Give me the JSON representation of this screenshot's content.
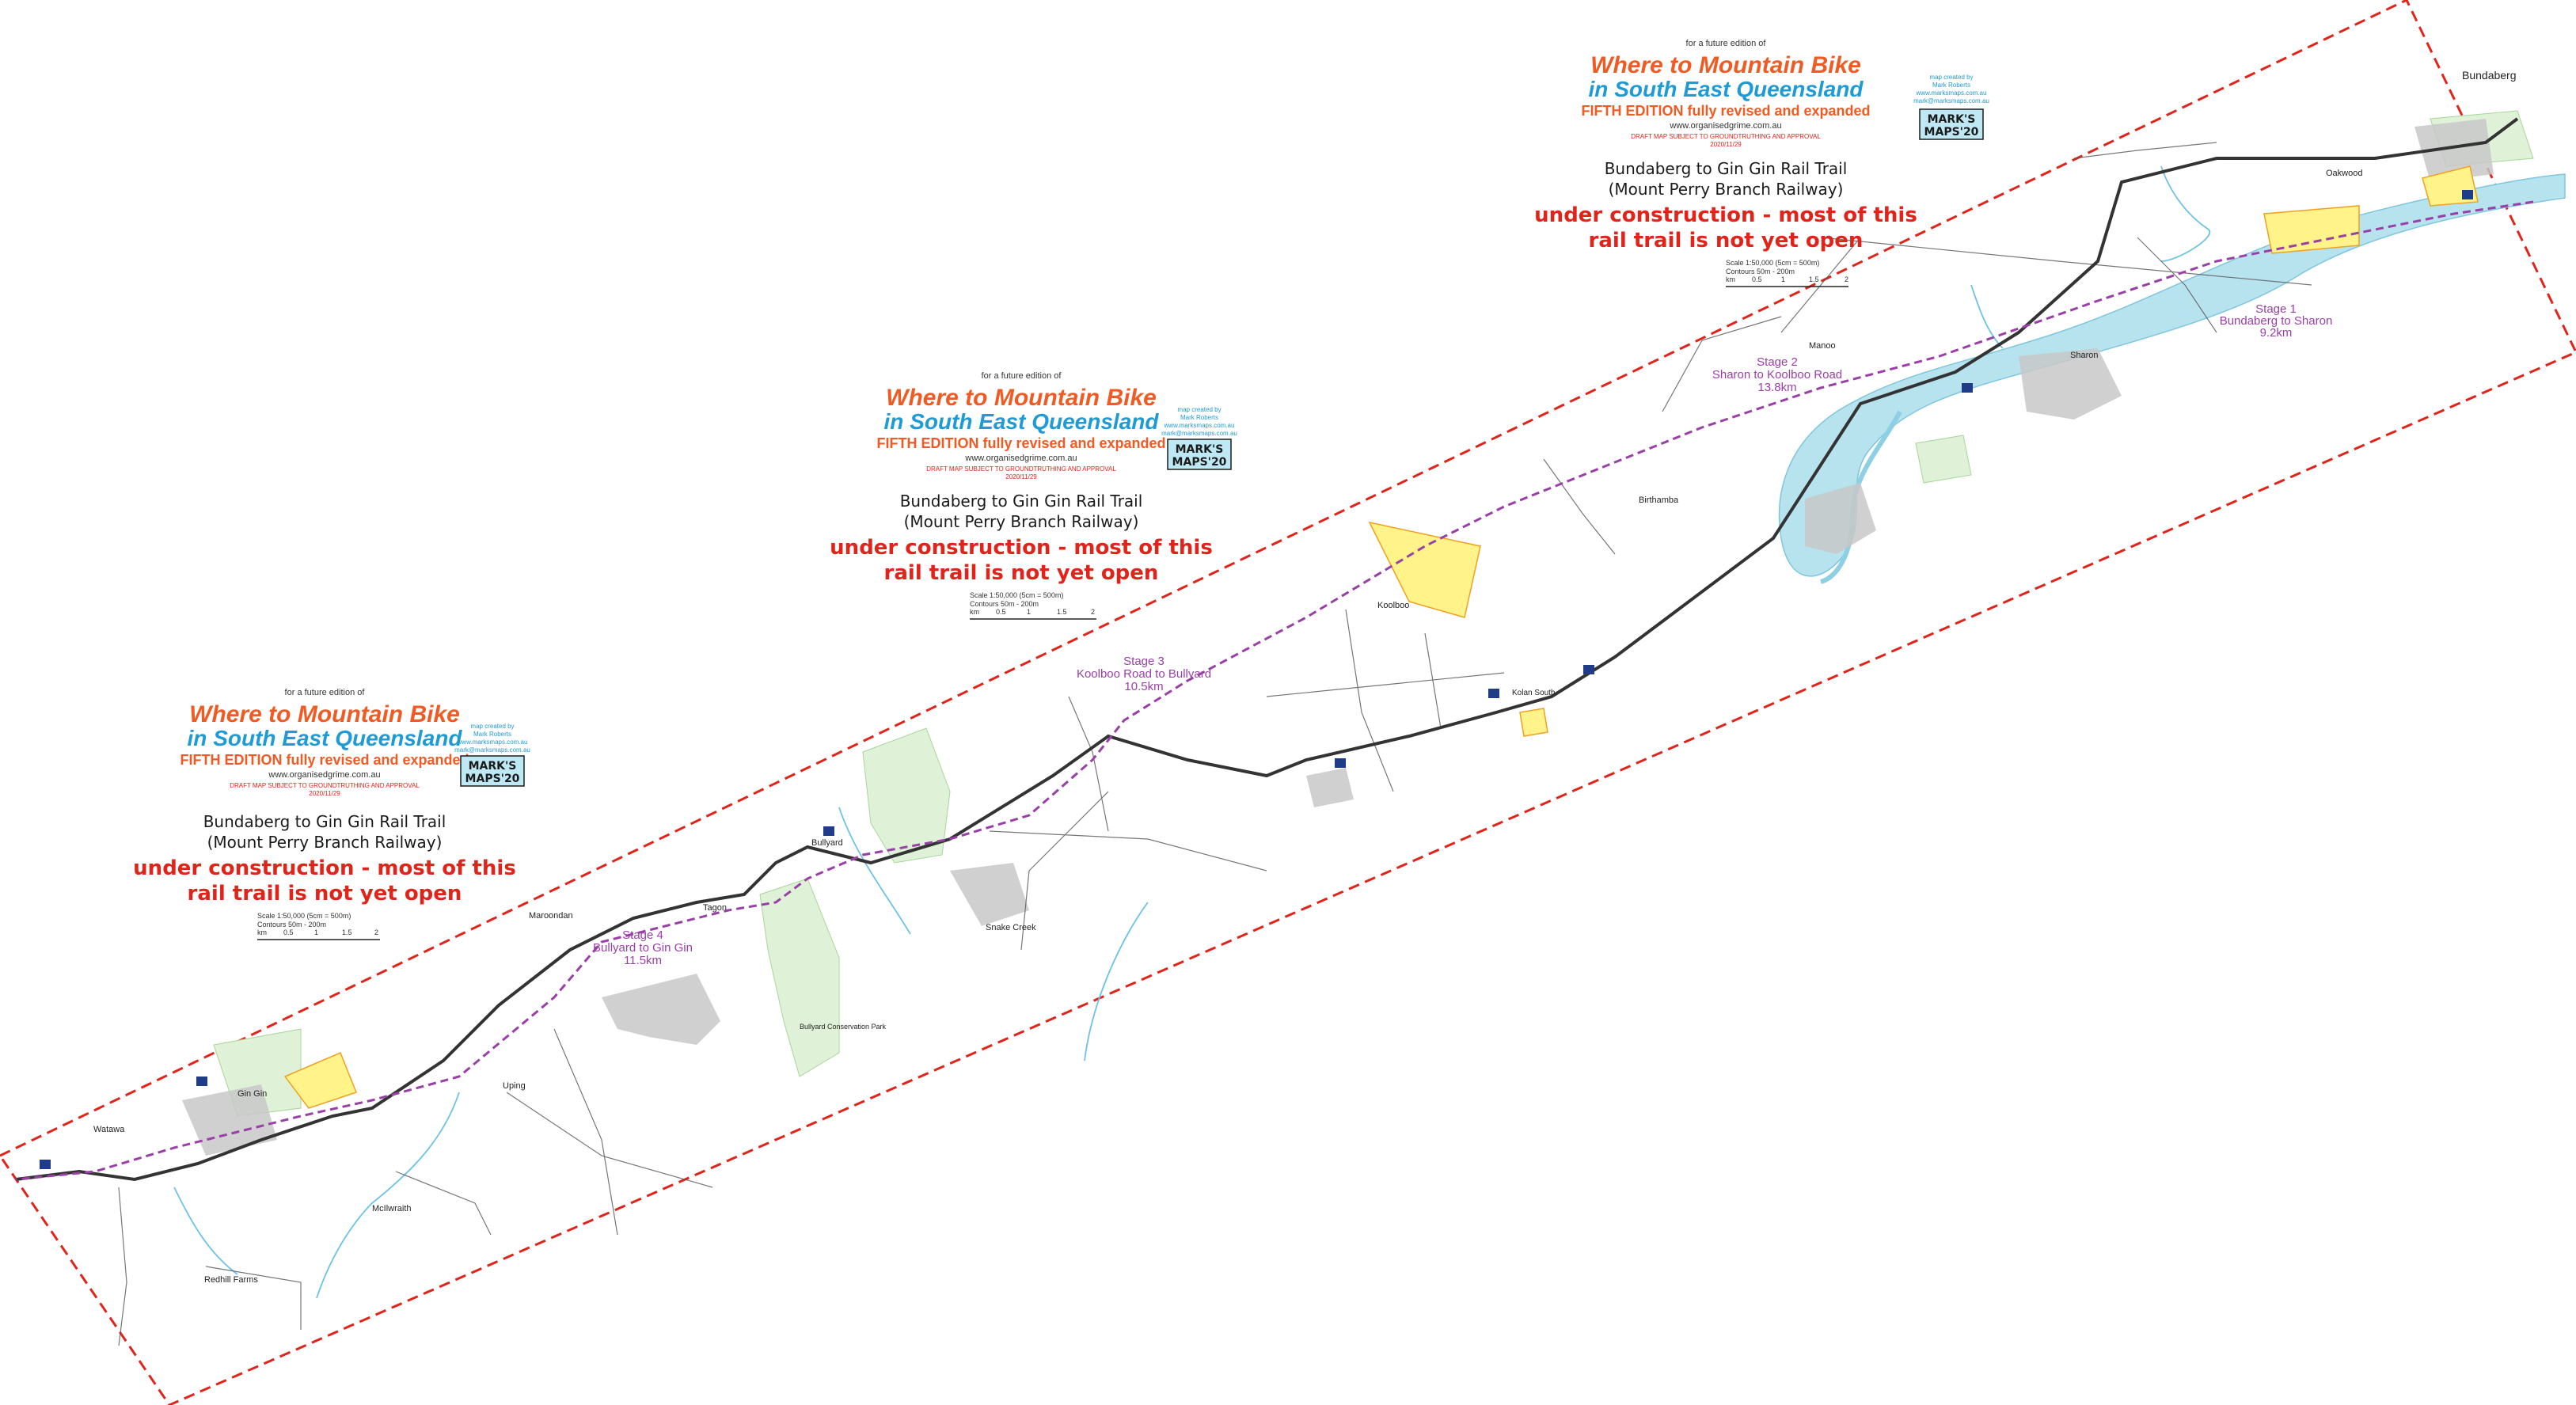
{
  "header_block": {
    "future": "for a future edition of",
    "brand_line1": "Where to Mountain Bike",
    "brand_line2": "in South East Queensland",
    "brand_line3": "FIFTH EDITION fully revised and expanded",
    "website": "www.organisedgrime.com.au",
    "draft": "DRAFT MAP SUBJECT TO GROUNDTRUTHING AND APPROVAL",
    "date": "2020/11/29",
    "credit1": "map created by",
    "credit2": "Mark Roberts",
    "credit3": "www.marksmaps.com.au",
    "credit4": "mark@marksmaps.com.au",
    "marks_maps_1": "MARK'S",
    "marks_maps_2": "MAPS'20"
  },
  "title": {
    "line1": "Bundaberg to Gin Gin Rail Trail",
    "line2": "(Mount Perry Branch Railway)",
    "warning1": "under construction - most of this",
    "warning2": "rail trail is not yet open"
  },
  "scale": {
    "line1": "Scale 1:50,000 (5cm = 500m)",
    "line2": "Contours 50m - 200m",
    "ticks": [
      "km",
      "0.5",
      "1",
      "1.5",
      "2"
    ]
  },
  "stages": [
    {
      "name": "Stage 1",
      "desc": "Bundaberg to Sharon",
      "length": "9.2km"
    },
    {
      "name": "Stage 2",
      "desc": "Sharon to Koolboo Road",
      "length": "13.8km"
    },
    {
      "name": "Stage 3",
      "desc": "Koolboo Road to Bullyard",
      "length": "10.5km"
    },
    {
      "name": "Stage 4",
      "desc": "Bullyard to Gin Gin",
      "length": "11.5km"
    }
  ],
  "places": {
    "bundaberg": "Bundaberg",
    "oakwood": "Oakwood",
    "sharon": "Sharon",
    "manoo": "Manoo",
    "birthamba": "Birthamba",
    "koolboo": "Koolboo",
    "kolan_south": "Kolan South",
    "bullyard": "Bullyard",
    "tagon": "Tagon",
    "snake_creek": "Snake Creek",
    "maroondan": "Maroondan",
    "uping": "Uping",
    "mcilwraith": "McIlwraith",
    "redhill_farms": "Redhill Farms",
    "gin_gin": "Gin Gin",
    "watawa": "Watawa",
    "bullyard_conservation_park": "Bullyard Conservation Park"
  },
  "colors": {
    "border": "#e2231a",
    "trail": "#9b3fa8",
    "rail": "#333333",
    "water": "#b7e3ef",
    "park": "#dff2d8",
    "urban": "#c8c8c8",
    "poi_fill": "#fff38a",
    "poi_stroke": "#f0a022"
  }
}
